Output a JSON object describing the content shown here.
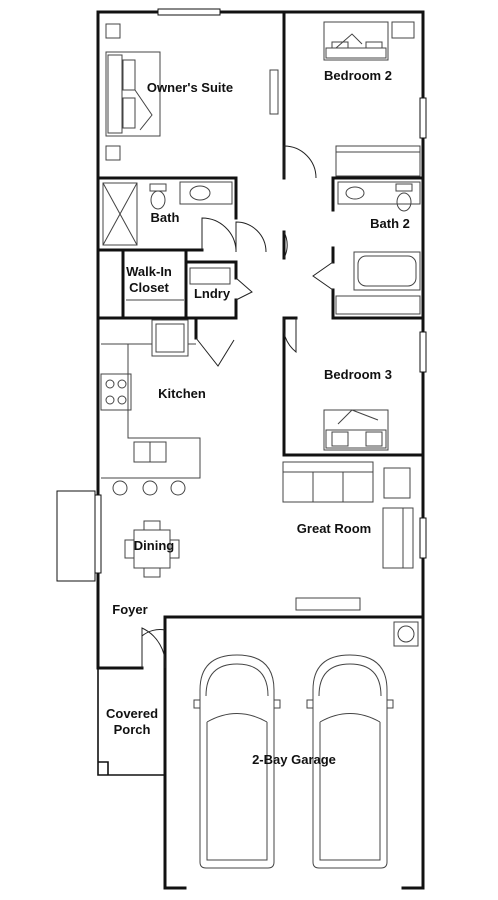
{
  "rooms": {
    "owners_suite": "Owner's Suite",
    "bedroom_2": "Bedroom 2",
    "bath": "Bath",
    "bath_2": "Bath 2",
    "walk_in_closet": "Walk-In\nCloset",
    "laundry": "Lndry",
    "kitchen": "Kitchen",
    "bedroom_3": "Bedroom 3",
    "great_room": "Great Room",
    "dining": "Dining",
    "foyer": "Foyer",
    "covered_porch": "Covered\nPorch",
    "garage": "2-Bay Garage"
  },
  "colors": {
    "wall": "#111111",
    "fixture": "#444444",
    "background": "#ffffff"
  }
}
